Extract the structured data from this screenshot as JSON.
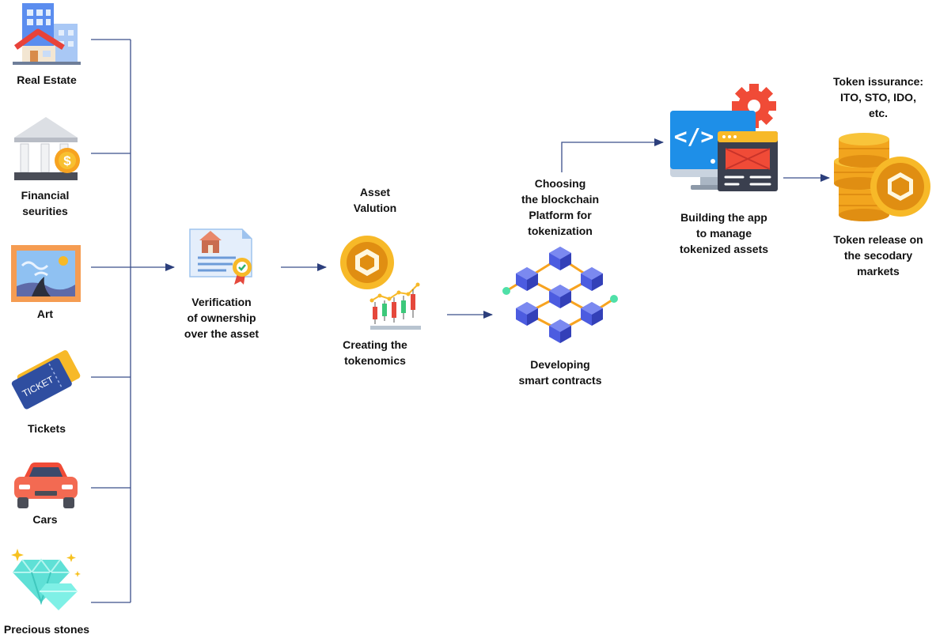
{
  "colors": {
    "connector": "#3b4f8a",
    "arrow": "#2c3f7c",
    "coin_gold": "#f7b928",
    "coin_dark": "#e08e12",
    "block_blue": "#4c5ce0",
    "accent_red": "#f04b37"
  },
  "assets": {
    "real_estate": "Real Estate",
    "financial": "Financial\nseurities",
    "art": "Art",
    "tickets": "Tickets",
    "cars": "Cars",
    "precious_stones": "Precious stones"
  },
  "ticket_word": "TICKET",
  "code_glyph": "</>",
  "steps": {
    "verification": "Verification\nof ownership\nover the asset",
    "valuation": "Asset\nValution",
    "tokenomics": "Creating the\ntokenomics",
    "blockchain_choice": "Choosing\nthe blockchain\nPlatform for\ntokenization",
    "smart_contracts": "Developing\nsmart contracts",
    "build_app": "Building the app\nto manage\ntokenized assets",
    "issuance": "Token issurance:\nITO, STO, IDO,\netc.",
    "release": "Token release on\nthe secodary\nmarkets"
  },
  "icons": [
    "building-icon",
    "bank-icon",
    "painting-icon",
    "ticket-icon",
    "car-icon",
    "gem-icon",
    "certificate-icon",
    "coin-icon",
    "candlestick-icon",
    "blockchain-icon",
    "code-monitor-icon",
    "coin-stack-icon"
  ]
}
